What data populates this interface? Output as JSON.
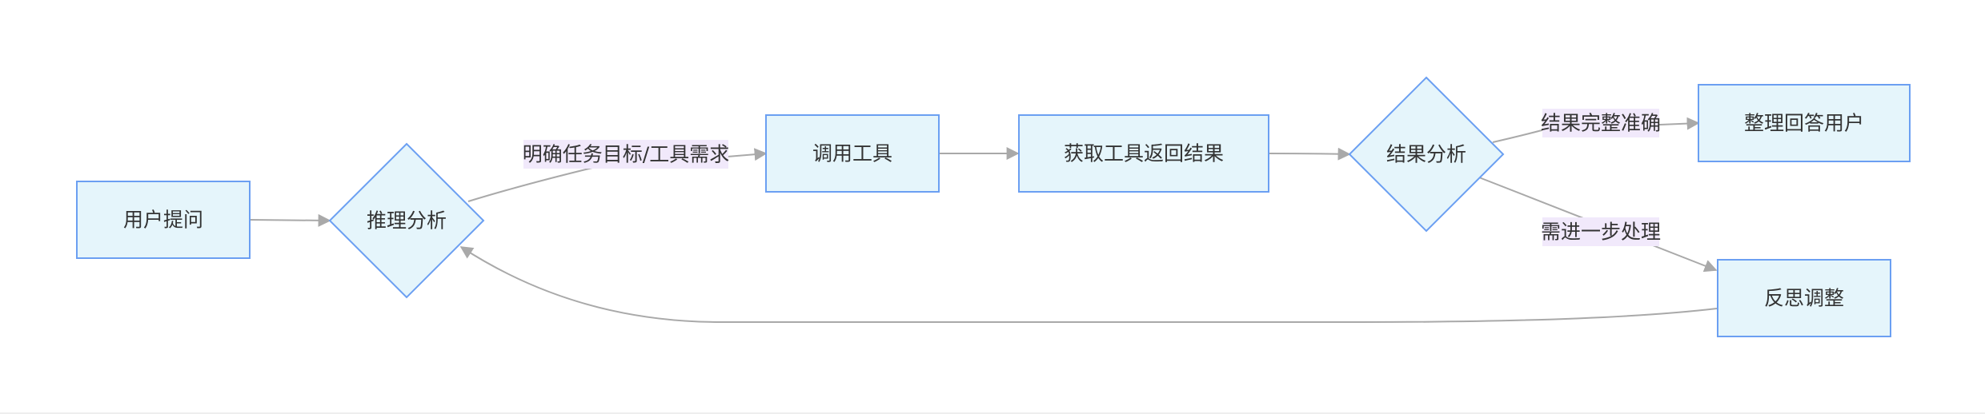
{
  "diagram": {
    "nodes": {
      "user_question": "用户提问",
      "reasoning": "推理分析",
      "call_tool": "调用工具",
      "get_result": "获取工具返回结果",
      "result_analysis": "结果分析",
      "answer_user": "整理回答用户",
      "reflect": "反思调整"
    },
    "edge_labels": {
      "clarify_goal": "明确任务目标/工具需求",
      "result_complete": "结果完整准确",
      "need_more": "需进一步处理"
    },
    "colors": {
      "node_fill": "#e5f5fb",
      "node_stroke": "#6b9ff2",
      "edge": "#a9a9a9",
      "edge_label_bg": "#f1e9fb",
      "text": "#333333"
    }
  }
}
